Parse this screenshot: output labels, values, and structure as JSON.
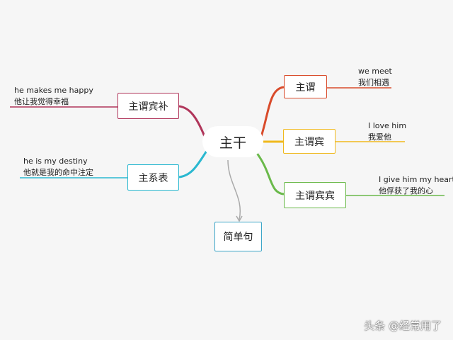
{
  "center": {
    "label": "主干"
  },
  "nodes": {
    "subject_verb": "主谓",
    "subject_verb_object": "主谓宾",
    "subject_verb_object_object": "主谓宾宾",
    "subject_verb_object_complement": "主谓宾补",
    "subject_linking_predicative": "主系表",
    "simple_sentence": "简单句"
  },
  "leaves": {
    "subject_verb": {
      "en": "we meet",
      "zh": "我们相遇"
    },
    "subject_verb_object": {
      "en": "I love him",
      "zh": "我爱他"
    },
    "subject_verb_object_object": {
      "en": "I give him my heart",
      "zh": "他俘获了我的心"
    },
    "subject_verb_object_complement": {
      "en": "he makes me happy",
      "zh": "他让我觉得幸福"
    },
    "subject_linking_predicative": {
      "en": "he is my destiny",
      "zh": "他就是我的命中注定"
    }
  },
  "watermark": "头条 @经常用了",
  "colors": {
    "red": "#d94b2b",
    "yellow": "#f0b91d",
    "green": "#6ab94a",
    "magenta": "#b0355a",
    "cyan": "#2ab8d0",
    "gray": "#aaaaaa"
  }
}
